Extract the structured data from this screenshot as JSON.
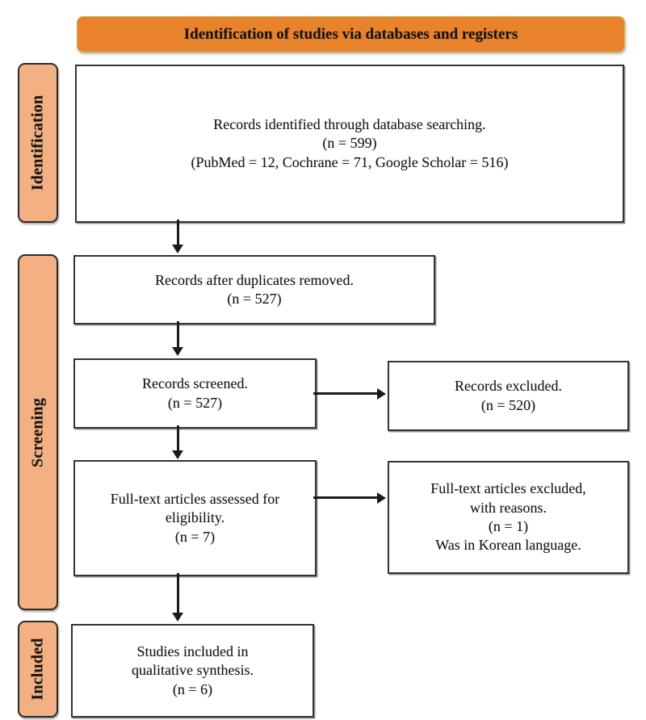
{
  "figure": {
    "type": "prisma-flow-diagram",
    "banner": {
      "label": "Identification of studies via databases and registers",
      "color": "#E8822B"
    },
    "phase_bar_color": "#F3B183",
    "phases": [
      {
        "id": "identification",
        "label": "Identification"
      },
      {
        "id": "screening",
        "label": "Screening"
      },
      {
        "id": "included",
        "label": "Included"
      }
    ],
    "boxes": {
      "identified": {
        "line1": "Records identified through database searching.",
        "line2": "(n = 599)",
        "line3": "(PubMed = 12, Cochrane = 71, Google Scholar = 516)"
      },
      "duplicates_removed": {
        "line1": "Records after duplicates removed.",
        "line2": "(n = 527)"
      },
      "screened": {
        "line1": "Records screened.",
        "line2": "(n = 527)"
      },
      "records_excluded": {
        "line1": "Records excluded.",
        "line2": "(n = 520)"
      },
      "fulltext_assessed": {
        "line1": "Full-text articles assessed for",
        "line2": "eligibility.",
        "line3": "(n = 7)"
      },
      "fulltext_excluded": {
        "line1": "Full-text articles excluded,",
        "line2": "with reasons.",
        "line3": "(n = 1)",
        "line4": "Was in Korean language."
      },
      "included_studies": {
        "line1": "Studies included in",
        "line2": "qualitative synthesis.",
        "line3": "(n = 6)"
      }
    },
    "counts": {
      "records_identified": 599,
      "pubmed": 12,
      "cochrane": 71,
      "google_scholar": 516,
      "after_duplicates": 527,
      "screened": 527,
      "excluded_screening": 520,
      "fulltext_assessed": 7,
      "fulltext_excluded": 1,
      "included": 6
    }
  }
}
